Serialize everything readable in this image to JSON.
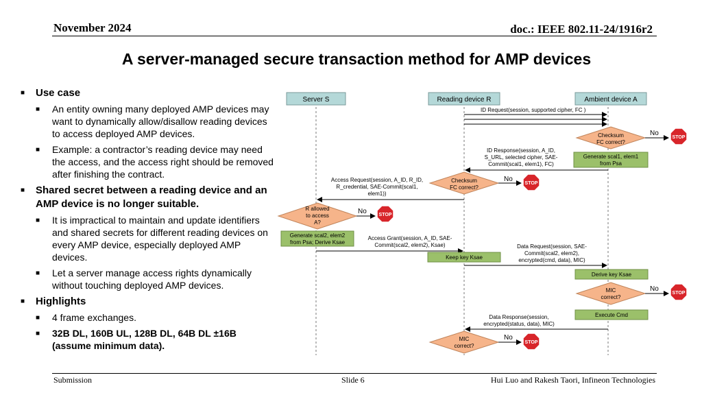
{
  "header": {
    "date": "November 2024",
    "doc_id": "doc.: IEEE 802.11-24/1916r2"
  },
  "title": "A server-managed secure transaction method for AMP devices",
  "bullets": {
    "use_case": {
      "heading": "Use case",
      "items": [
        "An entity owning many deployed AMP devices may want to dynamically allow/disallow reading devices to access deployed AMP devices.",
        "Example: a contractor’s reading device may need the access, and the access right should be removed after finishing the contract."
      ]
    },
    "shared_secret": {
      "heading": "Shared secret between a reading device and an AMP device is no longer suitable.",
      "items": [
        "It is impractical to maintain and update identifiers and shared secrets for different reading devices on every AMP device, especially deployed AMP devices.",
        "Let a server manage access rights dynamically without touching deployed AMP devices."
      ]
    },
    "highlights": {
      "heading": "Highlights",
      "items": [
        "4 frame exchanges.",
        "32B DL, 160B UL, 128B DL, 64B DL ±16B (assume minimum data)."
      ]
    }
  },
  "diagram": {
    "entities": {
      "server": "Server S",
      "reader": "Reading device R",
      "ambient": "Ambient device A"
    },
    "messages": {
      "id_request": "ID Request(session,  supported  cipher, FC )",
      "id_response": [
        "ID Response(session,  A_ID,",
        "S_URL, selected cipher, SAE-",
        "Commit(scal1, elem1),  FC)"
      ],
      "access_request": [
        "Access Request(session,  A_ID, R_ID,",
        "R_credential, SAE-Commit(scal1,",
        "elem1))"
      ],
      "access_grant": [
        "Access Grant(session, A_ID, SAE-",
        "Commit(scal2, elem2), Ksae)"
      ],
      "data_request": [
        "Data Request(session,  SAE-",
        "Commit(scal2, elem2),",
        "encrypted(cmd, data), MIC)"
      ],
      "data_response": [
        "Data Response(session,",
        "encrypted(status, data), MIC)"
      ]
    },
    "decisions": {
      "checksum_a": [
        "Checksum",
        "FC correct?"
      ],
      "checksum_r": [
        "Checksum",
        "FC correct?"
      ],
      "r_allowed": [
        "R allowed",
        "to access",
        "A?"
      ],
      "mic_a": [
        "MIC",
        "correct?"
      ],
      "mic_r": [
        "MIC",
        "correct?"
      ]
    },
    "actions": {
      "gen_scal1": [
        "Generate  scal1, elem1",
        "from Psa"
      ],
      "gen_scal2": [
        "Generate  scal2, elem2",
        "from Psa; Derive Ksae"
      ],
      "keep_key": "Keep key Ksae",
      "derive_key": "Derive key Ksae",
      "execute": "Execute Cmd"
    },
    "no_label": "No",
    "stop_label": "STOP",
    "colors": {
      "entity_fill": "#b4d8d8",
      "decision_fill": "#f6b48a",
      "action_fill": "#9bc06a",
      "stop_red": "#d8252a"
    }
  },
  "footer": {
    "left": "Submission",
    "center": "Slide 6",
    "right": "Hui Luo and Rakesh Taori, Infineon Technologies"
  }
}
